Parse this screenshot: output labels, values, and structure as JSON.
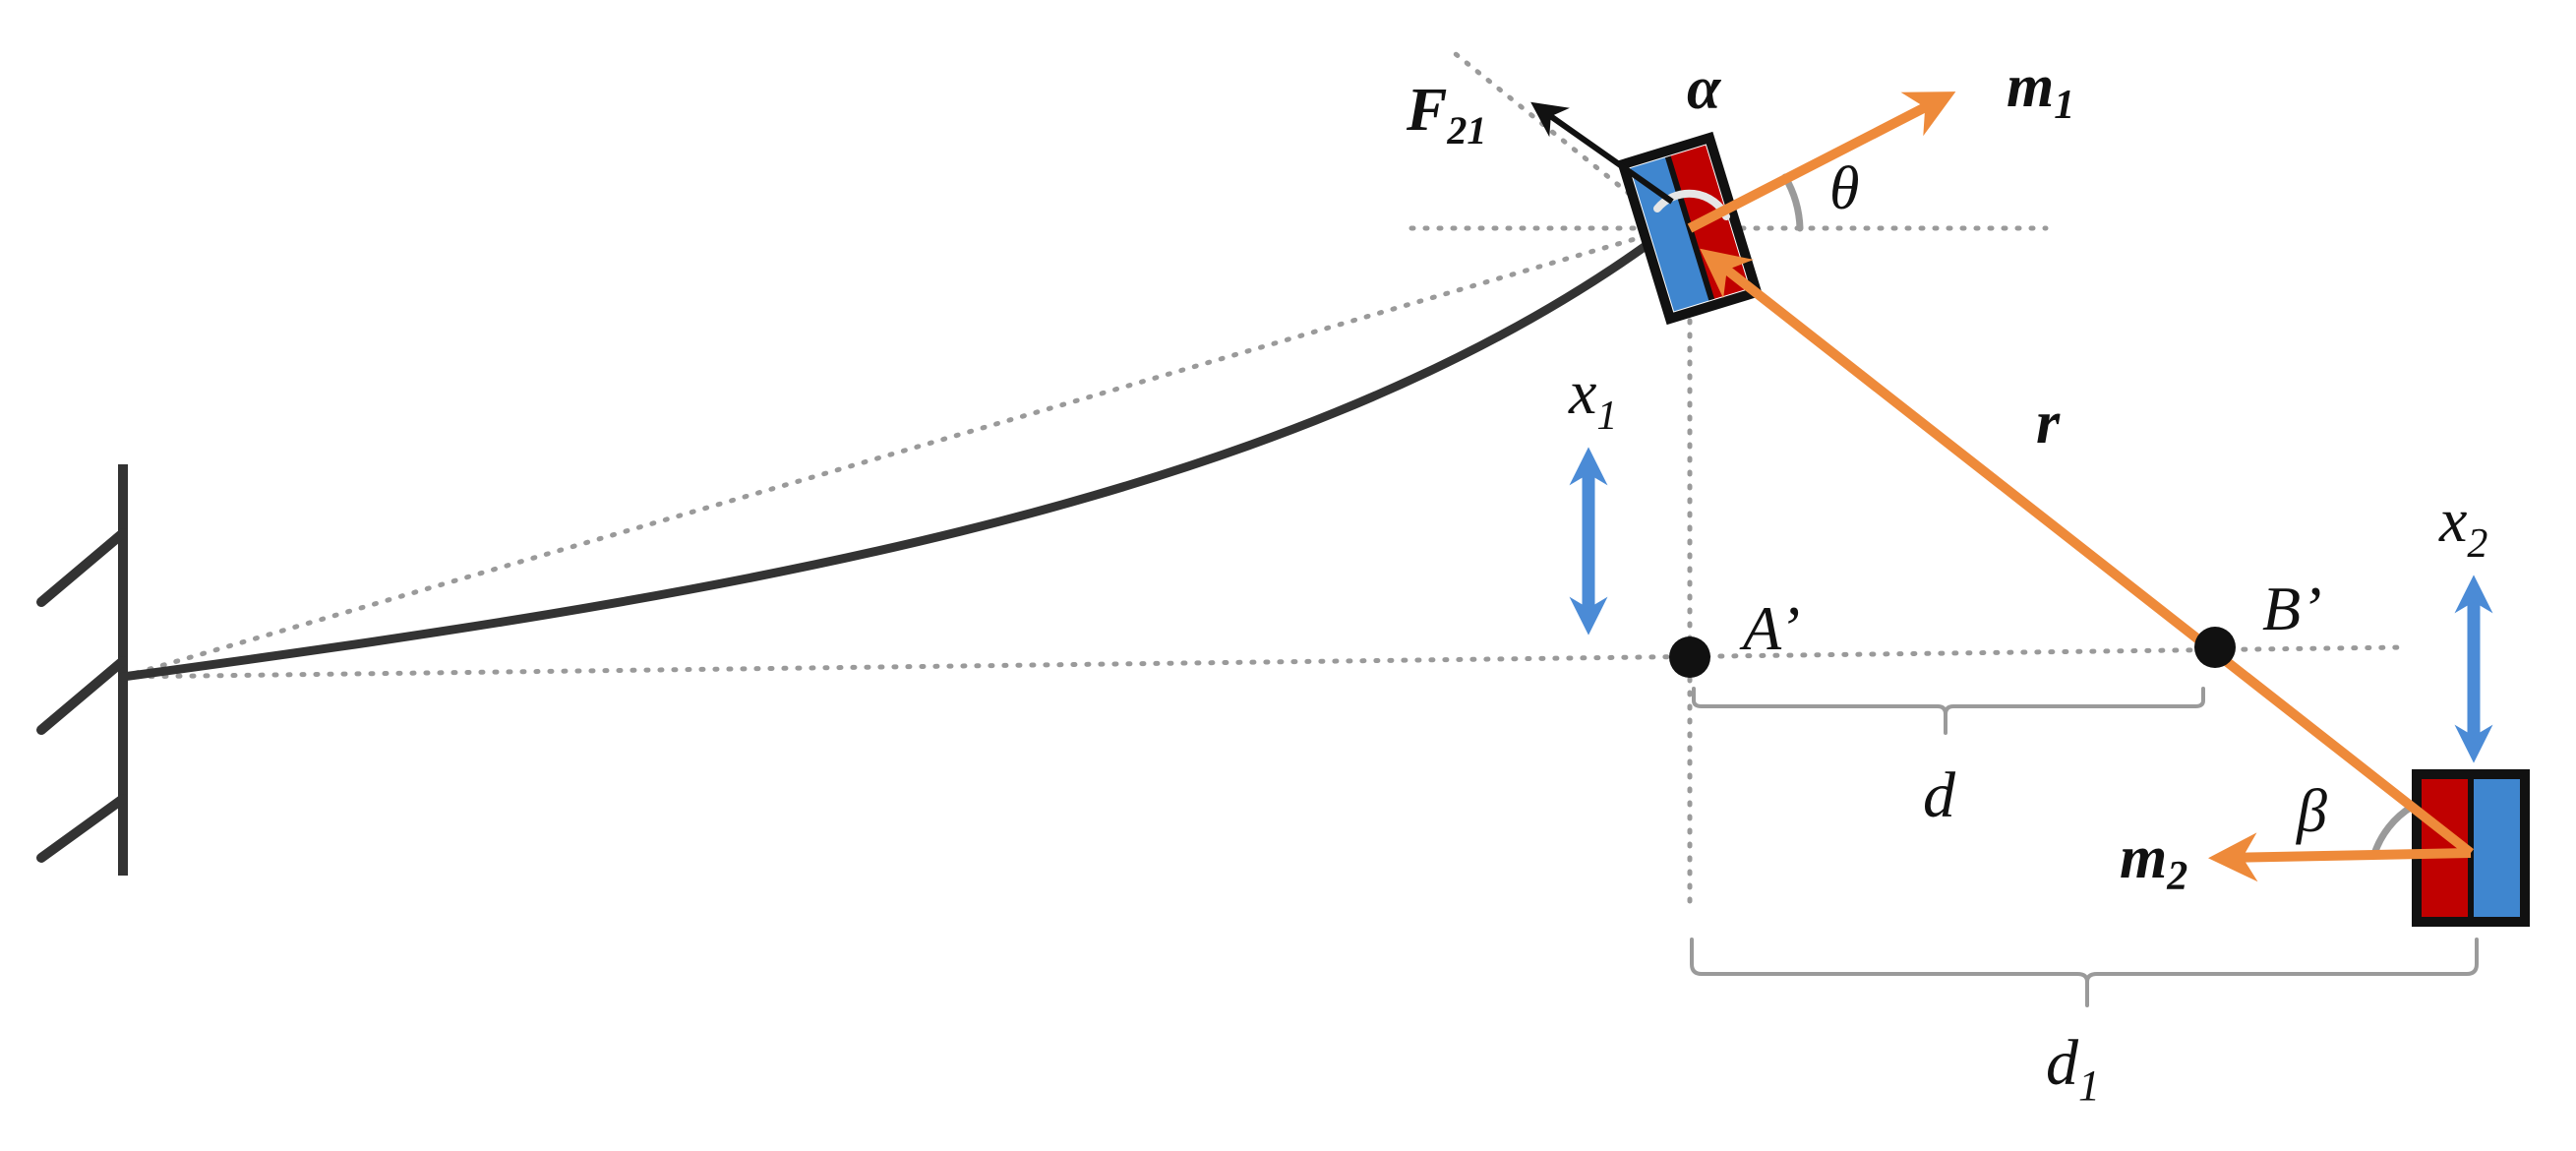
{
  "diagram": {
    "labels": {
      "force": "F",
      "force_sub": "21",
      "alpha": "α",
      "theta": "θ",
      "m1": "m",
      "m1_sub": "1",
      "m2": "m",
      "m2_sub": "2",
      "r": "r",
      "x1": "x",
      "x1_sub": "1",
      "x2": "x",
      "x2_sub": "2",
      "point_a": "A’",
      "point_b": "B’",
      "d": "d",
      "d1": "d",
      "d1_sub": "1",
      "beta": "β"
    },
    "colors": {
      "orange": "#ee8a3a",
      "magnet_red": "#c00000",
      "magnet_blue": "#3f86cf",
      "arrow_blue": "#4b8bd6",
      "grey": "#9a9a9a",
      "black": "#111111"
    }
  }
}
